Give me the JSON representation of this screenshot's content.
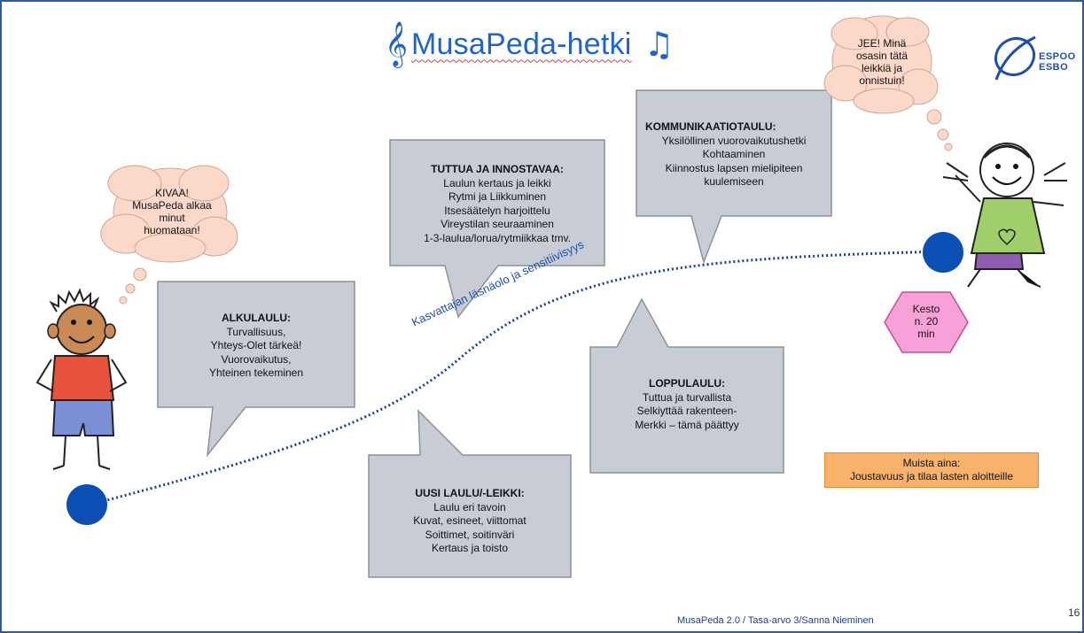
{
  "title": {
    "clef": "𝄞",
    "text": "MusaPeda-hetki",
    "notes": "♫"
  },
  "logo": {
    "line1": "ESPOO",
    "line2": "ESBO"
  },
  "bubbles": {
    "left": [
      "KIVAA!",
      "MusaPeda alkaa",
      "minut",
      "huomataan!"
    ],
    "right": [
      "JEE! Minä",
      "osasin tätä",
      "leikkiä ja",
      "onnistuin!"
    ]
  },
  "boxes": {
    "alkulaulu": {
      "heading": "ALKULAULU:",
      "lines": [
        "Turvallisuus,",
        "Yhteys-Olet tärkeä!",
        "Vuorovaikutus,",
        "Yhteinen tekeminen"
      ]
    },
    "tuttua": {
      "heading": "TUTTUA JA INNOSTAVAA:",
      "lines": [
        "Laulun kertaus ja leikki",
        "Rytmi ja Liikkuminen",
        "Itsesäätelyn harjoittelu",
        "Vireystilan seuraaminen",
        "1-3-laulua/lorua/rytmiikkaa tmv."
      ]
    },
    "kommunikaatio": {
      "heading": "KOMMUNIKAATIOTAULU:",
      "lines": [
        "Yksilöllinen vuorovaikutushetki",
        "Kohtaaminen",
        "Kiinnostus lapsen mielipiteen",
        "kuulemiseen"
      ]
    },
    "uusi": {
      "heading": "UUSI LAULU/-LEIKKI:",
      "lines": [
        "Laulu eri tavoin",
        "Kuvat, esineet, viittomat",
        "Soittimet, soitinväri",
        "Kertaus ja toisto"
      ]
    },
    "loppulaulu": {
      "heading": "LOPPULAULU:",
      "lines": [
        "Tuttua ja turvallista",
        "Selkiyttää rakenteen-",
        "Merkki – tämä päättyy"
      ]
    }
  },
  "path_label": "Kasvattajan läsnäolo ja sensitiivisyys",
  "kesto": [
    "Kesto",
    "n. 20",
    "min"
  ],
  "muista": [
    "Muista aina:",
    "Joustavuus ja tilaa lasten aloitteille"
  ],
  "footer": "MusaPeda 2.0 / Tasa-arvo 3/Sanna Nieminen",
  "page_number": "16",
  "colors": {
    "box": "#c8cdd5",
    "box_border": "#8b929c",
    "bubble": "#fbd8c8",
    "dot": "#0b4fb5",
    "kesto": "#f7a1d8",
    "muista": "#f9b26a",
    "title": "#1f64c8"
  }
}
